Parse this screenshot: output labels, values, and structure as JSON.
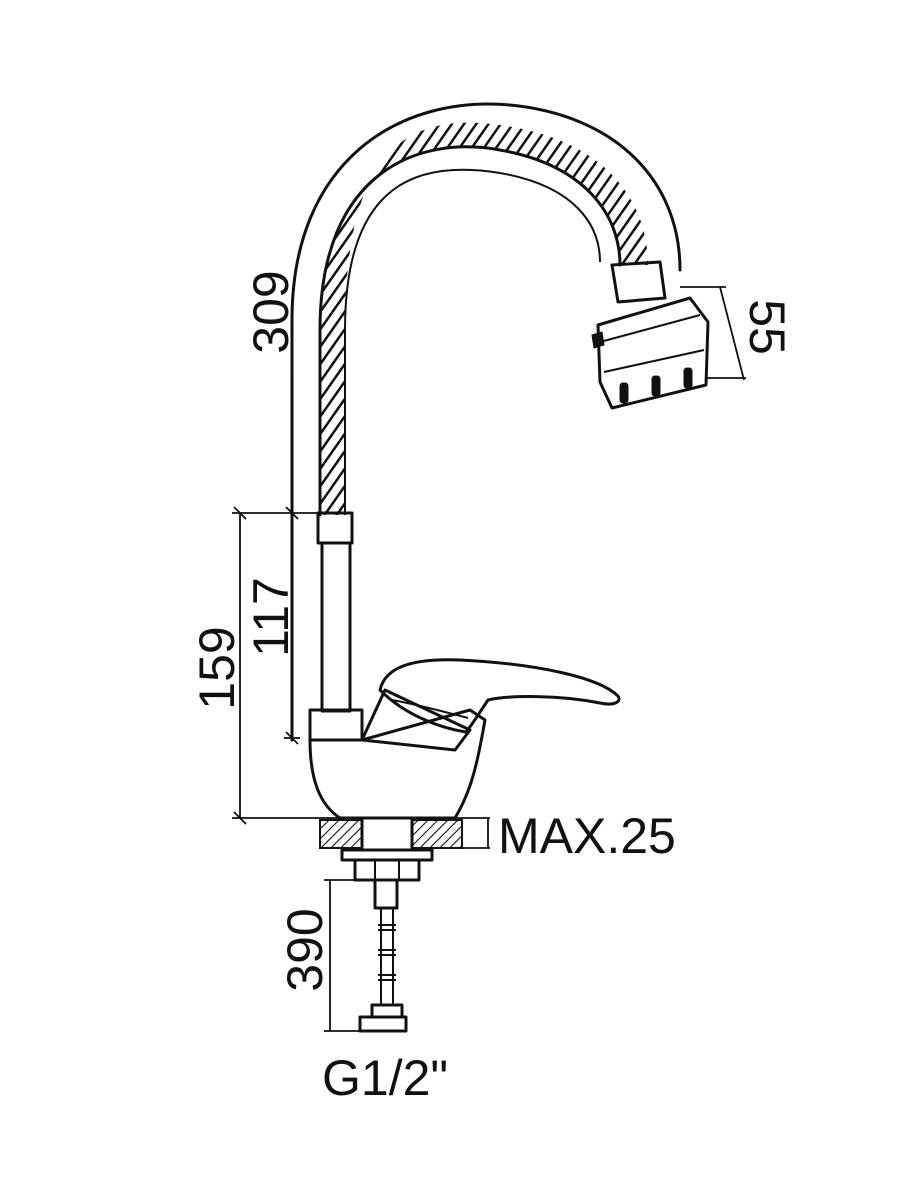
{
  "drawing": {
    "dimensions": {
      "spout_height": "309",
      "aerator_height": "55",
      "body_height_outer": "159",
      "body_height_inner": "117",
      "max_countertop": "MAX.25",
      "hose_length": "390",
      "thread": "G1/2\""
    },
    "colors": {
      "line": "#111111",
      "background": "#ffffff"
    }
  }
}
